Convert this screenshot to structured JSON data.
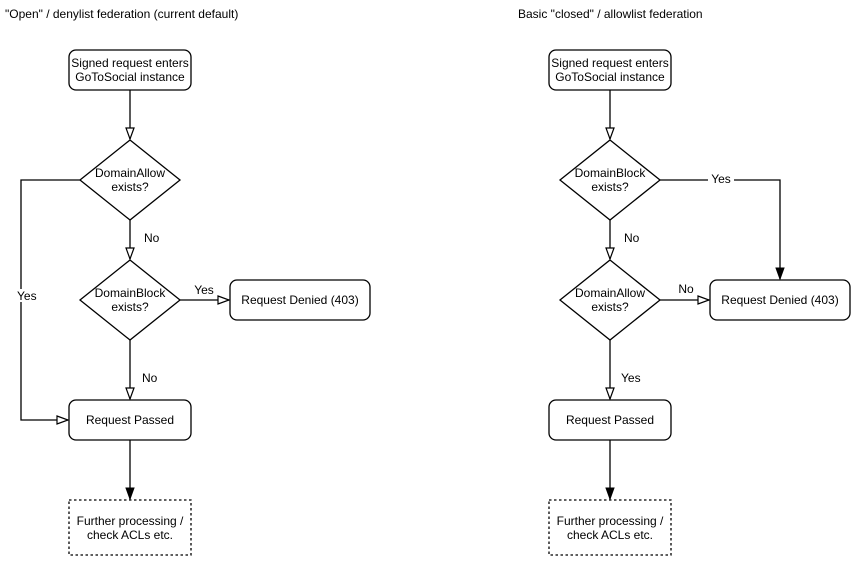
{
  "colors": {
    "stroke": "#000000",
    "fill": "#ffffff",
    "text": "#000000"
  },
  "diagrams": {
    "left": {
      "title": "\"Open\" / denylist federation (current default)",
      "nodes": {
        "start": {
          "line1": "Signed request enters",
          "line2": "GoToSocial instance"
        },
        "decision1": {
          "line1": "DomainAllow",
          "line2": "exists?"
        },
        "decision2": {
          "line1": "DomainBlock",
          "line2": "exists?"
        },
        "denied": {
          "label": "Request Denied (403)"
        },
        "passed": {
          "label": "Request Passed"
        },
        "further": {
          "line1": "Further processing /",
          "line2": "check ACLs etc."
        }
      },
      "labels": {
        "decision1_no": "No",
        "decision1_yes": "Yes",
        "decision2_yes": "Yes",
        "decision2_no": "No"
      }
    },
    "right": {
      "title": "Basic \"closed\" / allowlist federation",
      "nodes": {
        "start": {
          "line1": "Signed request enters",
          "line2": "GoToSocial instance"
        },
        "decision1": {
          "line1": "DomainBlock",
          "line2": "exists?"
        },
        "decision2": {
          "line1": "DomainAllow",
          "line2": "exists?"
        },
        "denied": {
          "label": "Request Denied (403)"
        },
        "passed": {
          "label": "Request Passed"
        },
        "further": {
          "line1": "Further processing /",
          "line2": "check ACLs etc."
        }
      },
      "labels": {
        "decision1_yes": "Yes",
        "decision1_no": "No",
        "decision2_no": "No",
        "decision2_yes": "Yes"
      }
    }
  }
}
